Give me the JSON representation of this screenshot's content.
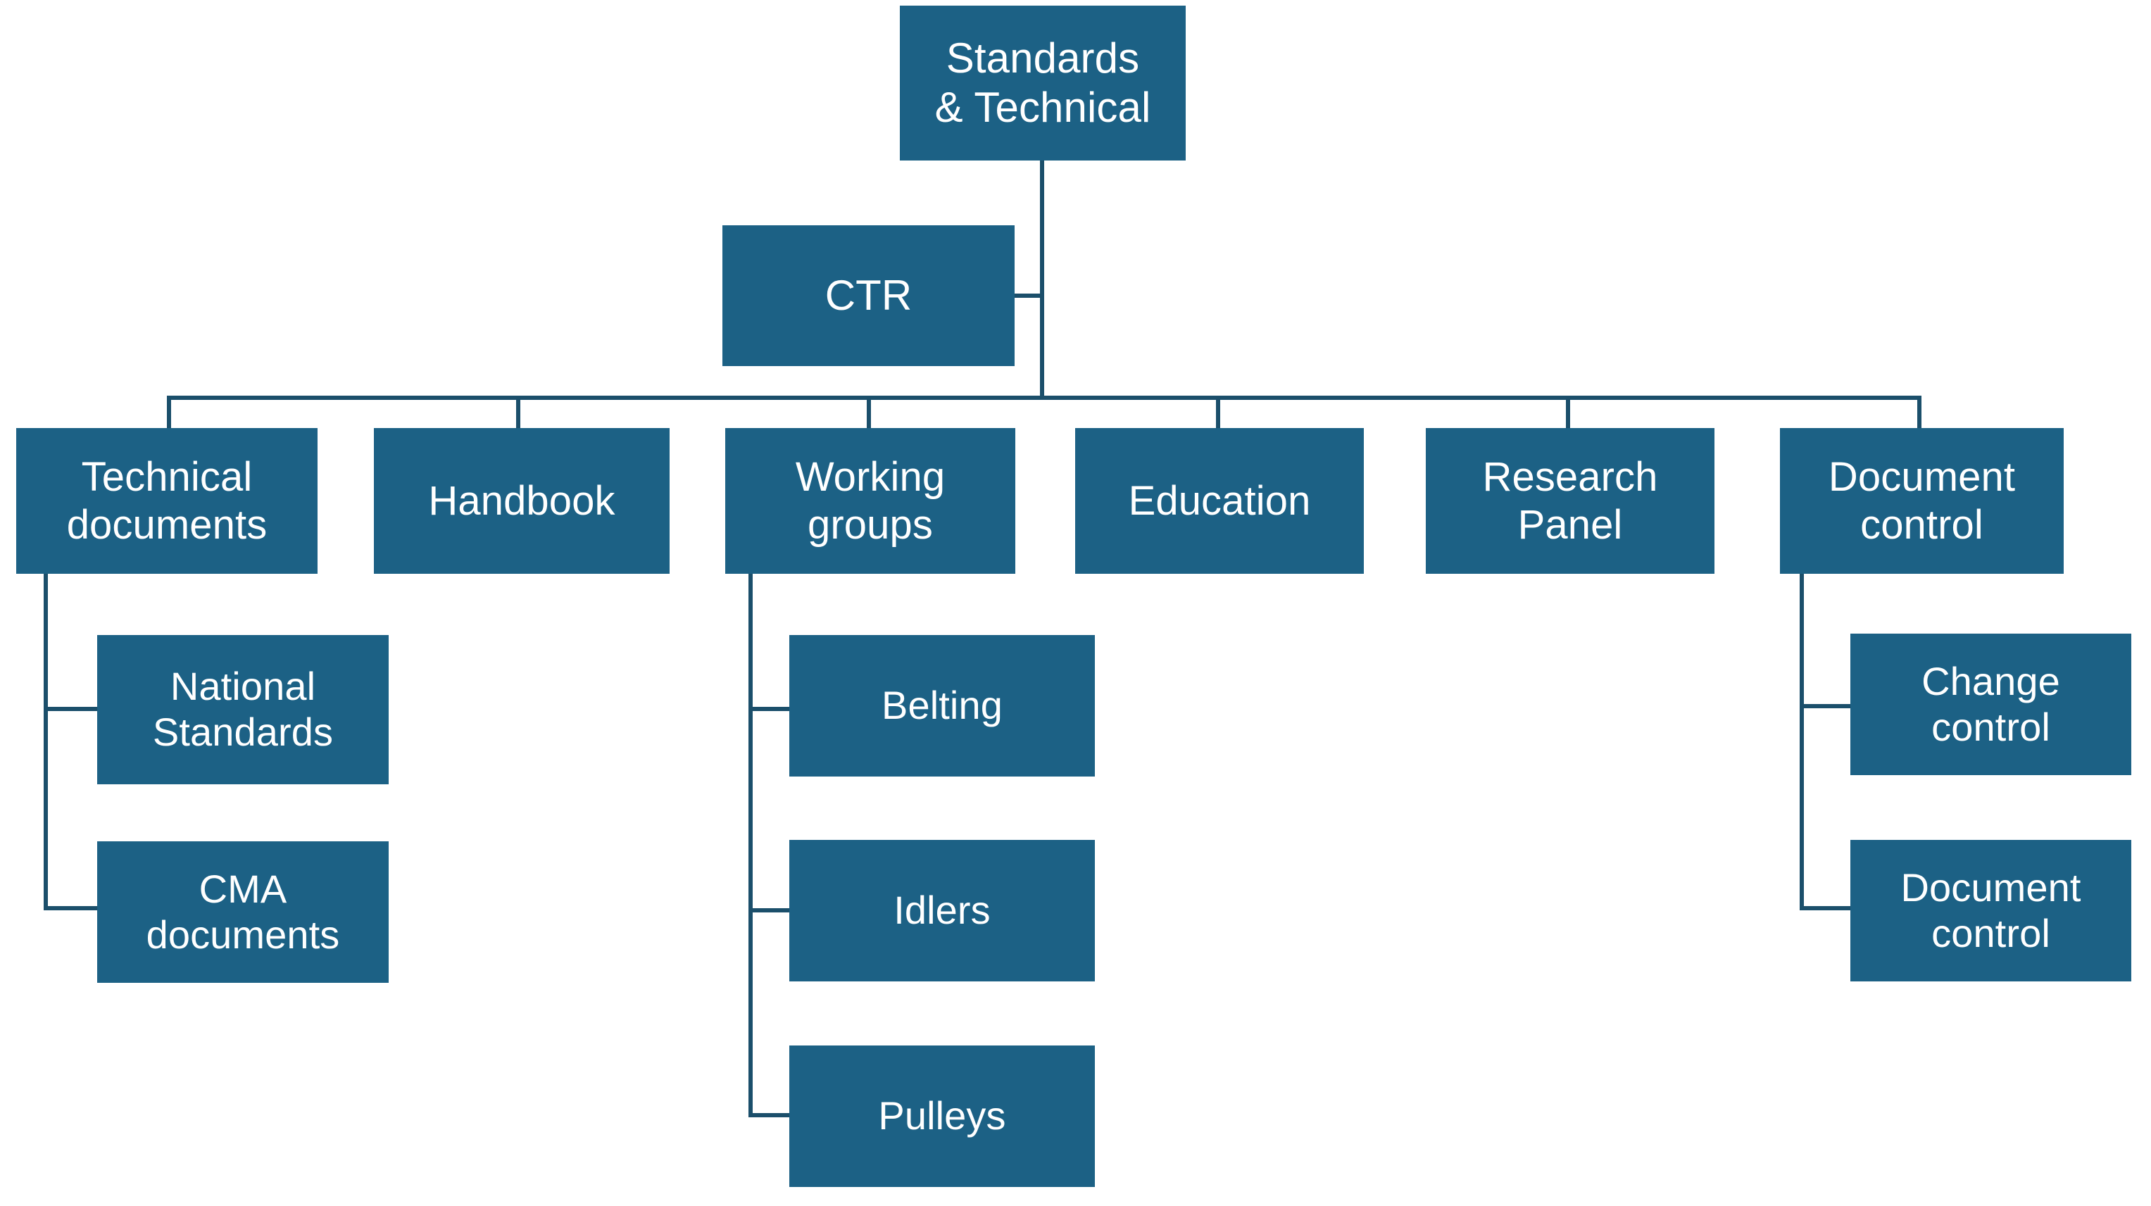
{
  "diagram": {
    "title": "Standards & Technical organisational chart",
    "colors": {
      "node_fill": "#1c6185",
      "node_text": "#ffffff",
      "connector": "#1b4f6b",
      "background": "#ffffff"
    },
    "nodes": {
      "root": {
        "label": "Standards\n& Technical"
      },
      "ctr": {
        "label": "CTR"
      },
      "technical_documents": {
        "label": "Technical\ndocuments"
      },
      "handbook": {
        "label": "Handbook"
      },
      "working_groups": {
        "label": "Working\ngroups"
      },
      "education": {
        "label": "Education"
      },
      "research_panel": {
        "label": "Research\nPanel"
      },
      "document_control": {
        "label": "Document\ncontrol"
      },
      "national_standards": {
        "label": "National\nStandards"
      },
      "cma_documents": {
        "label": "CMA\ndocuments"
      },
      "belting": {
        "label": "Belting"
      },
      "idlers": {
        "label": "Idlers"
      },
      "pulleys": {
        "label": "Pulleys"
      },
      "change_control": {
        "label": "Change\ncontrol"
      },
      "document_control_child": {
        "label": "Document\ncontrol"
      }
    }
  }
}
